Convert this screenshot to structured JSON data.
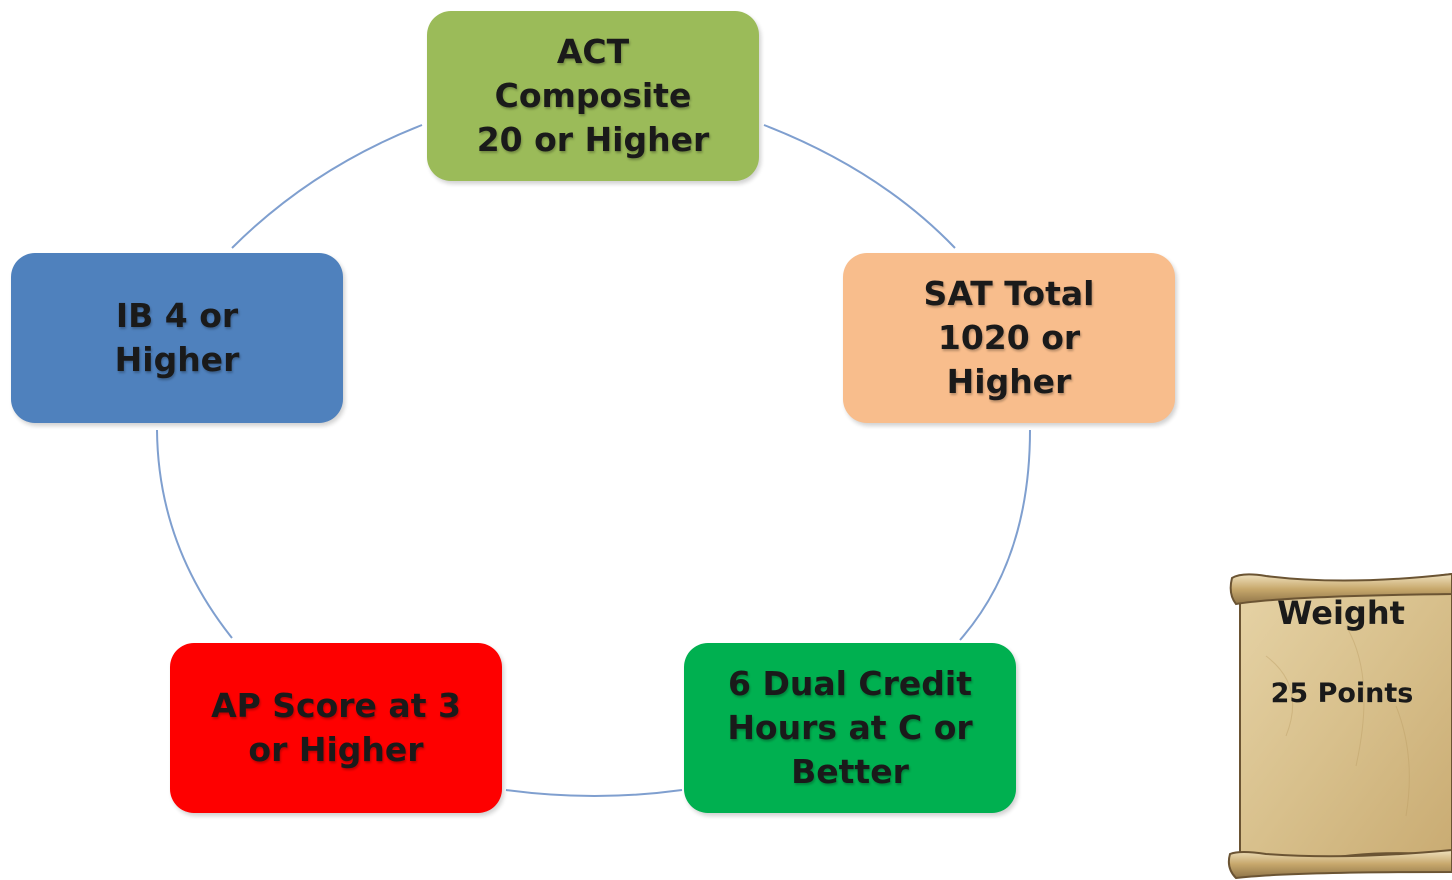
{
  "nodes": [
    {
      "id": "act",
      "label": "ACT\nComposite\n20 or Higher",
      "color": "#9bbb59"
    },
    {
      "id": "sat",
      "label": "SAT Total\n1020 or\nHigher",
      "color": "#f8bd8c"
    },
    {
      "id": "dual",
      "label": "6 Dual Credit\nHours at C or\nBetter",
      "color": "#00b050"
    },
    {
      "id": "ap",
      "label": "AP Score at 3\nor Higher",
      "color": "#fe0000"
    },
    {
      "id": "ib",
      "label": "IB 4 or\nHigher",
      "color": "#4f81bd"
    }
  ],
  "connector_color": "#7f9fcf",
  "weight_scroll": {
    "title": "Weight",
    "points": "25 Points",
    "parchment_color": "#d8c08c"
  }
}
